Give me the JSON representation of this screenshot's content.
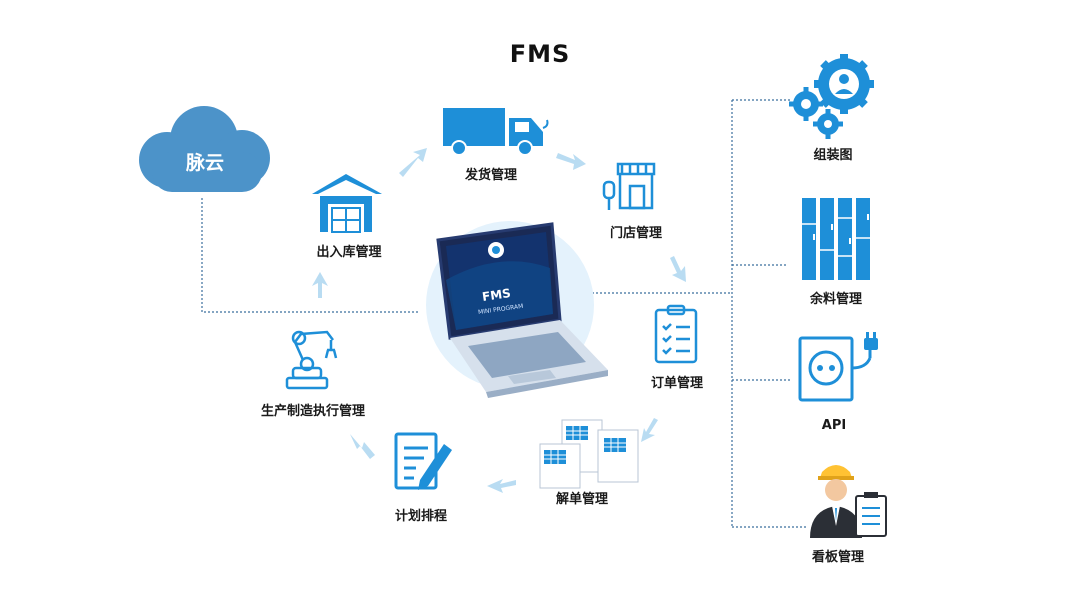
{
  "title": "FMS",
  "cloud": {
    "label": "脉云"
  },
  "laptop": {
    "screen_title": "FMS",
    "screen_subtitle": "MINI PROGRAM"
  },
  "cycle": {
    "shipping": "发货管理",
    "store": "门店管理",
    "order": "订单管理",
    "split_order": "解单管理",
    "planning": "计划排程",
    "mes": "生产制造执行管理",
    "warehouse": "出入库管理"
  },
  "side": {
    "assembly": "组装图",
    "remnant": "余料管理",
    "api": "API",
    "kanban": "看板管理"
  },
  "colors": {
    "primary": "#1e8fd8",
    "light": "#b9dcf2",
    "cloud": "#4c93c9",
    "line": "#3b6f9e"
  }
}
